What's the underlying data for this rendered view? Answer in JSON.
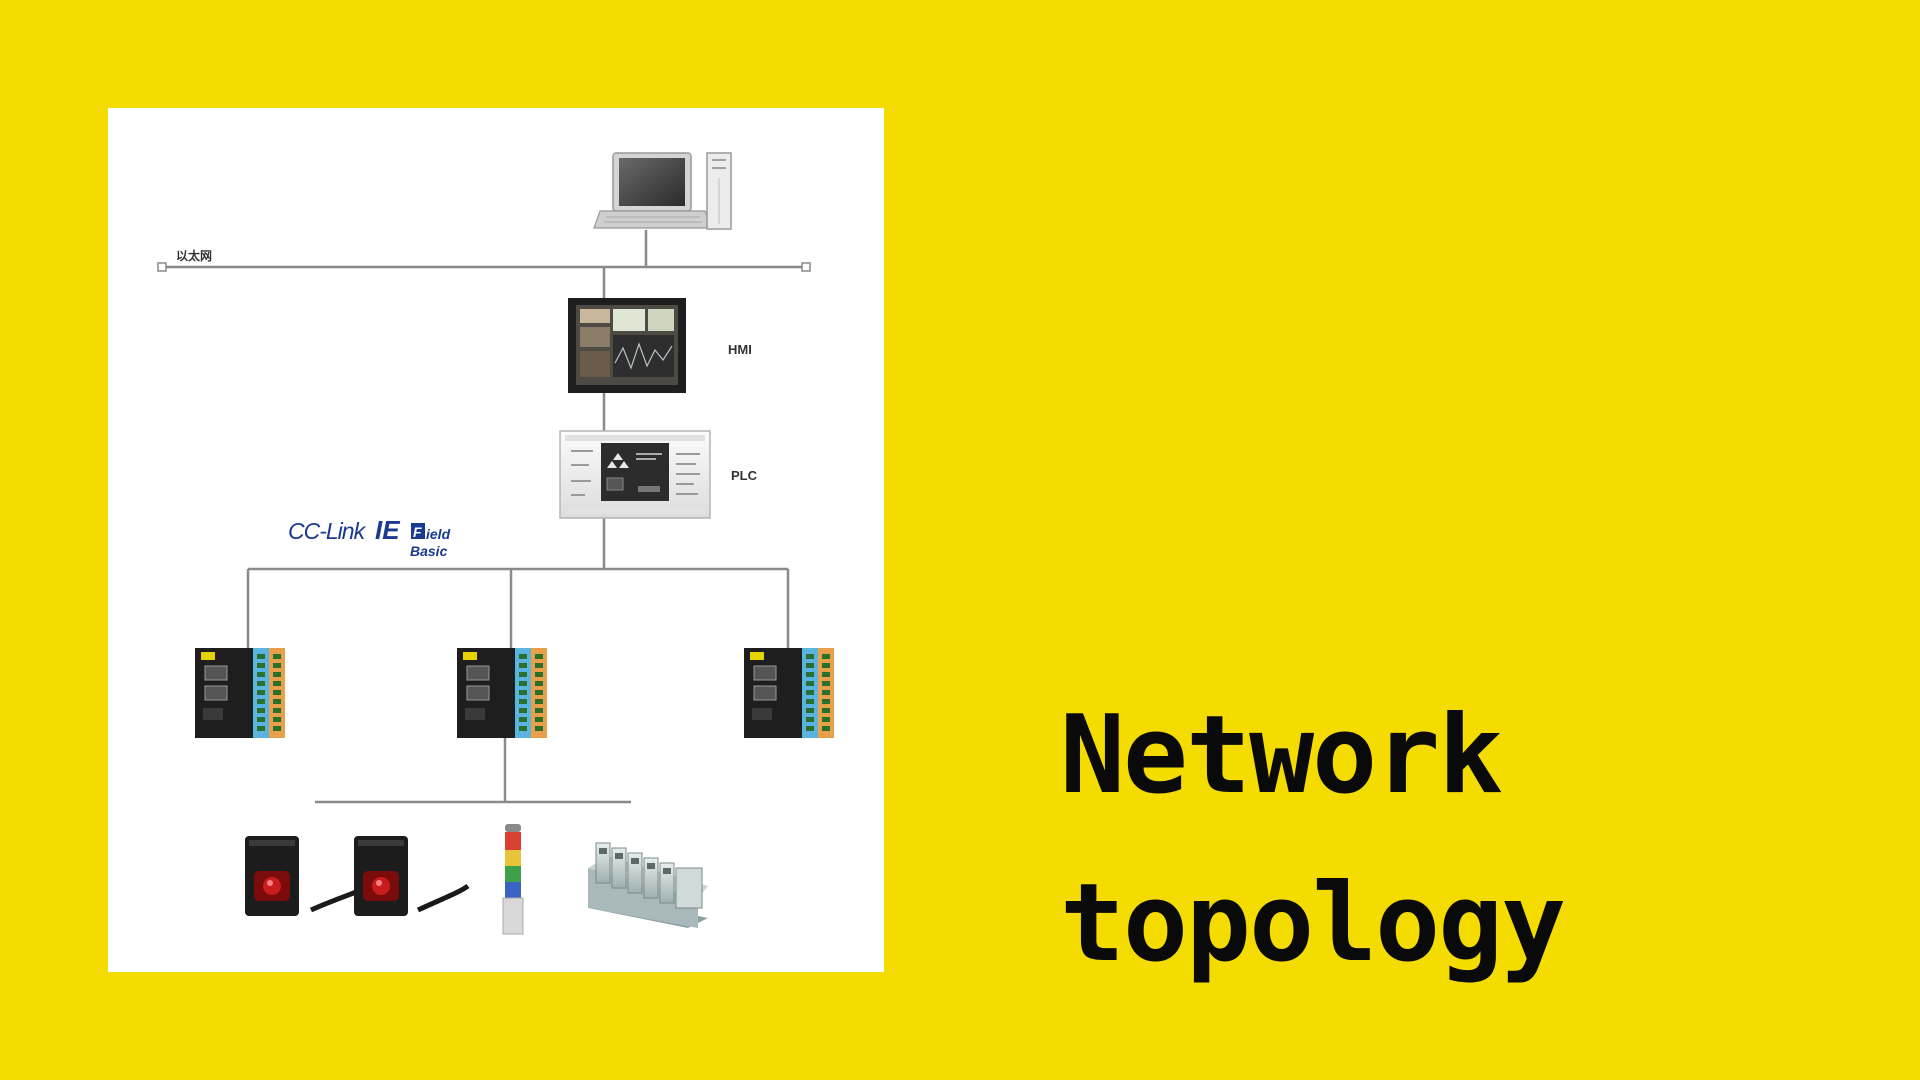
{
  "slide": {
    "title_line1": "Network",
    "title_line2": "topology",
    "background_color": "#f5dc00",
    "text_color": "#0a0a0a"
  },
  "diagram": {
    "ethernet_label": "以太网",
    "hmi_label": "HMI",
    "plc_label": "PLC",
    "network_logo": {
      "main": "CC-Link",
      "ie": "IE",
      "f": "F",
      "ield": "ield",
      "sub": "Basic"
    },
    "devices": {
      "top": "laptop-computer-icon",
      "hmi": "hmi-touch-panel-icon",
      "plc": "plc-controller-icon",
      "io_modules": [
        "remote-io-module-icon",
        "remote-io-module-icon",
        "remote-io-module-icon"
      ],
      "field_devices": [
        "photoelectric-sensor-icon",
        "photoelectric-sensor-icon",
        "signal-tower-light-icon",
        "solenoid-valve-manifold-icon"
      ]
    },
    "line_color": "#8a8a8a",
    "logo_color": "#1a3a8f"
  }
}
